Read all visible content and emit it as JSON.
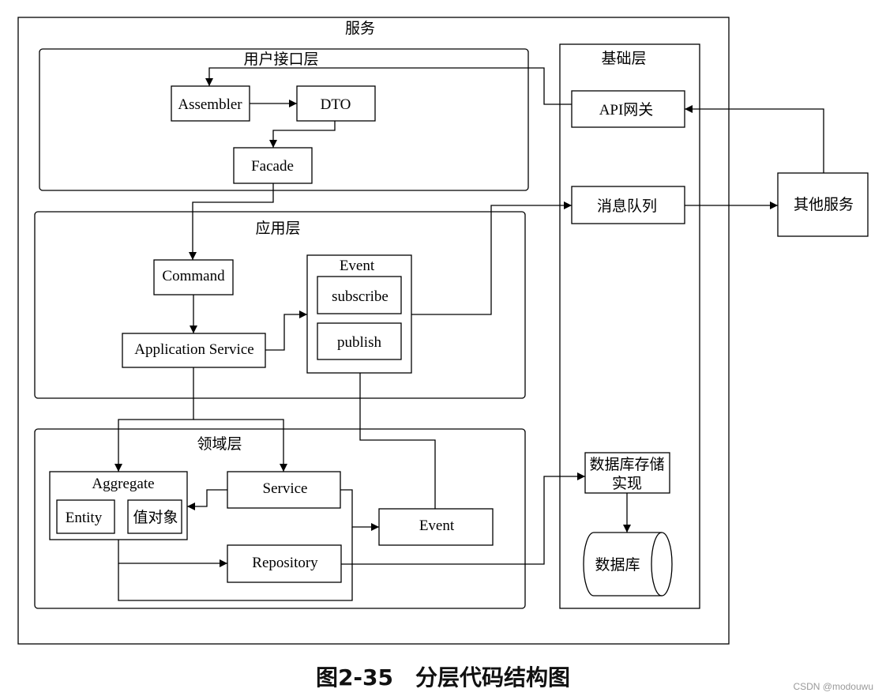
{
  "colors": {
    "stroke": "#000000",
    "background": "#ffffff",
    "caption": "#111111",
    "watermark": "#9a9a9a"
  },
  "labels": {
    "service": "服务",
    "ui_layer": "用户接口层",
    "assembler": "Assembler",
    "dto": "DTO",
    "facade": "Facade",
    "app_layer": "应用层",
    "command": "Command",
    "application_service": "Application Service",
    "event_group": "Event",
    "subscribe": "subscribe",
    "publish": "publish",
    "domain_layer": "领域层",
    "aggregate": "Aggregate",
    "entity": "Entity",
    "value_object": "值对象",
    "domain_service": "Service",
    "domain_event": "Event",
    "repository": "Repository",
    "infra_layer": "基础层",
    "api_gateway": "API网关",
    "message_queue": "消息队列",
    "db_impl_line1": "数据库存储",
    "db_impl_line2": "实现",
    "database": "数据库",
    "other_services": "其他服务"
  },
  "caption": "图2-35　分层代码结构图",
  "watermark": "CSDN @modouwu"
}
